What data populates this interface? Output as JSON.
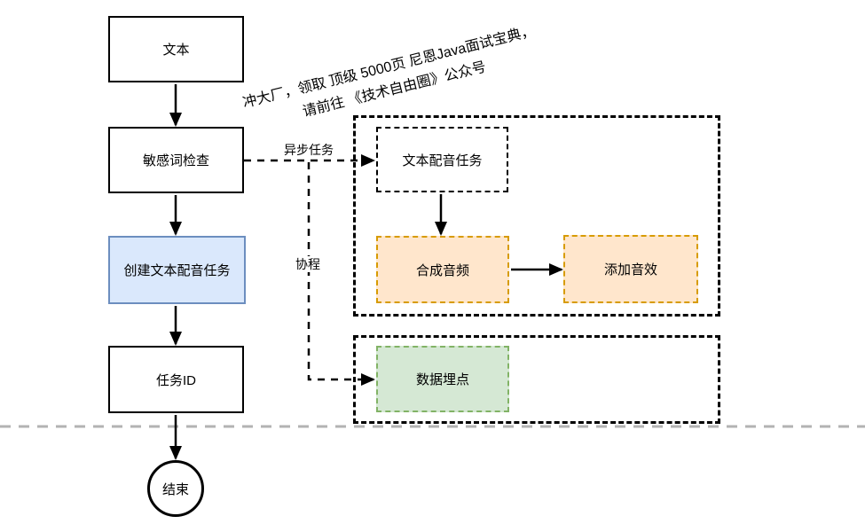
{
  "diagram": {
    "watermark": {
      "line1": "冲大厂，领取 顶级  5000页 尼恩Java面试宝典，",
      "line2": "请前往 《技术自由圈》公众号"
    },
    "nodes": {
      "text_input": "文本",
      "sensitive_check": "敏感词检查",
      "create_dub_task": "创建文本配音任务",
      "task_id": "任务ID",
      "end": "结束",
      "dub_task": "文本配音任务",
      "synthesize_audio": "合成音频",
      "add_sound_effect": "添加音效",
      "data_tracking": "数据埋点"
    },
    "edge_labels": {
      "async_task": "异步任务",
      "coroutine": "协程"
    },
    "colors": {
      "blue_fill": "#dae8fc",
      "blue_border": "#6c8ebf",
      "orange_fill": "#ffe6cc",
      "orange_border": "#d79b00",
      "green_fill": "#d5e8d4",
      "green_border": "#82b366",
      "divider_gray": "#b3b3b3",
      "line_black": "#000000"
    }
  }
}
